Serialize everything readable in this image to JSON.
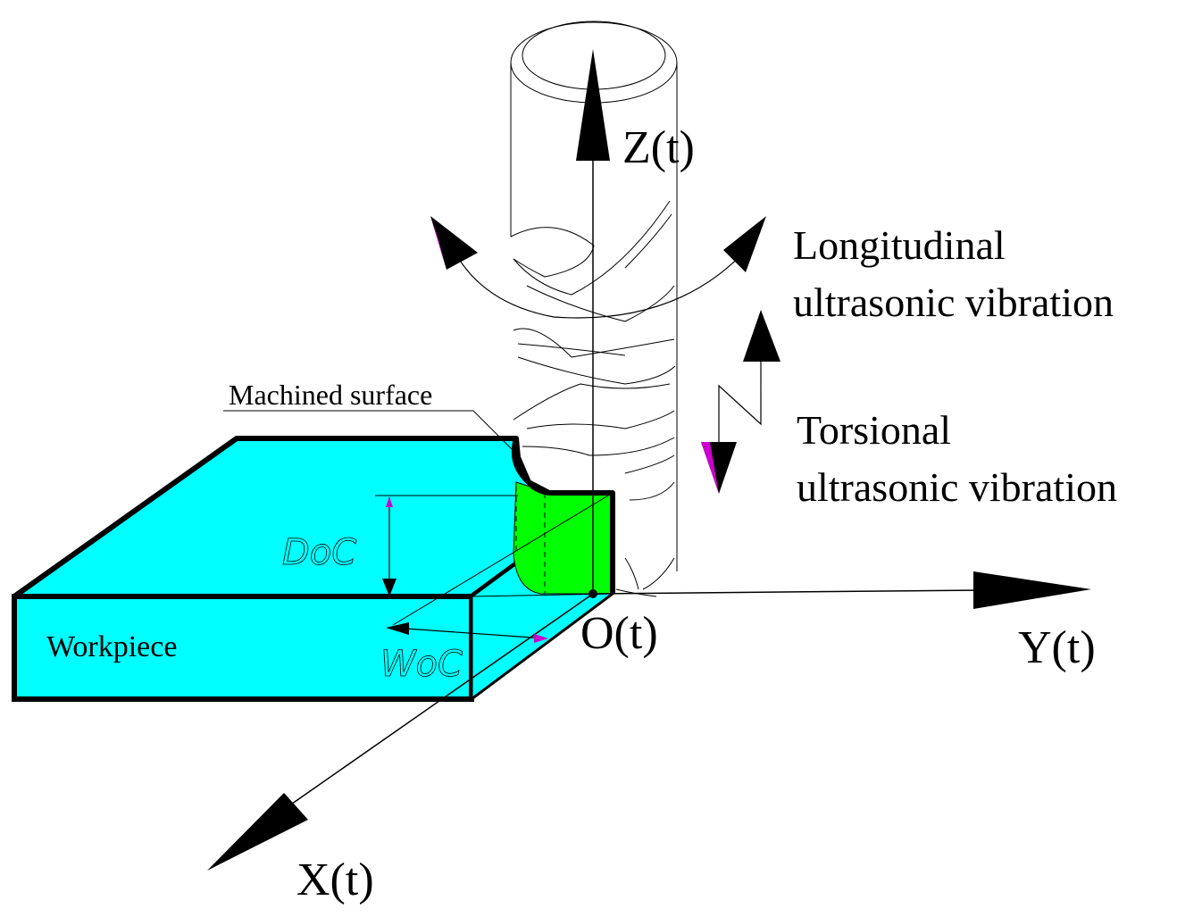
{
  "labels": {
    "z_axis": "Z(t)",
    "y_axis": "Y(t)",
    "x_axis": "X(t)",
    "origin": "O(t)",
    "longitudinal_line1": "Longitudinal",
    "longitudinal_line2": "ultrasonic vibration",
    "torsional_line1": "Torsional",
    "torsional_line2": "ultrasonic vibration",
    "machined_surface": "Machined surface",
    "workpiece": "Workpiece",
    "doc": "DoC",
    "woc": "WoC"
  },
  "colors": {
    "workpiece_fill": "#00ffff",
    "cut_region_fill": "#00ff00",
    "arrow_accent": "#cc00cc",
    "line": "#000000"
  }
}
